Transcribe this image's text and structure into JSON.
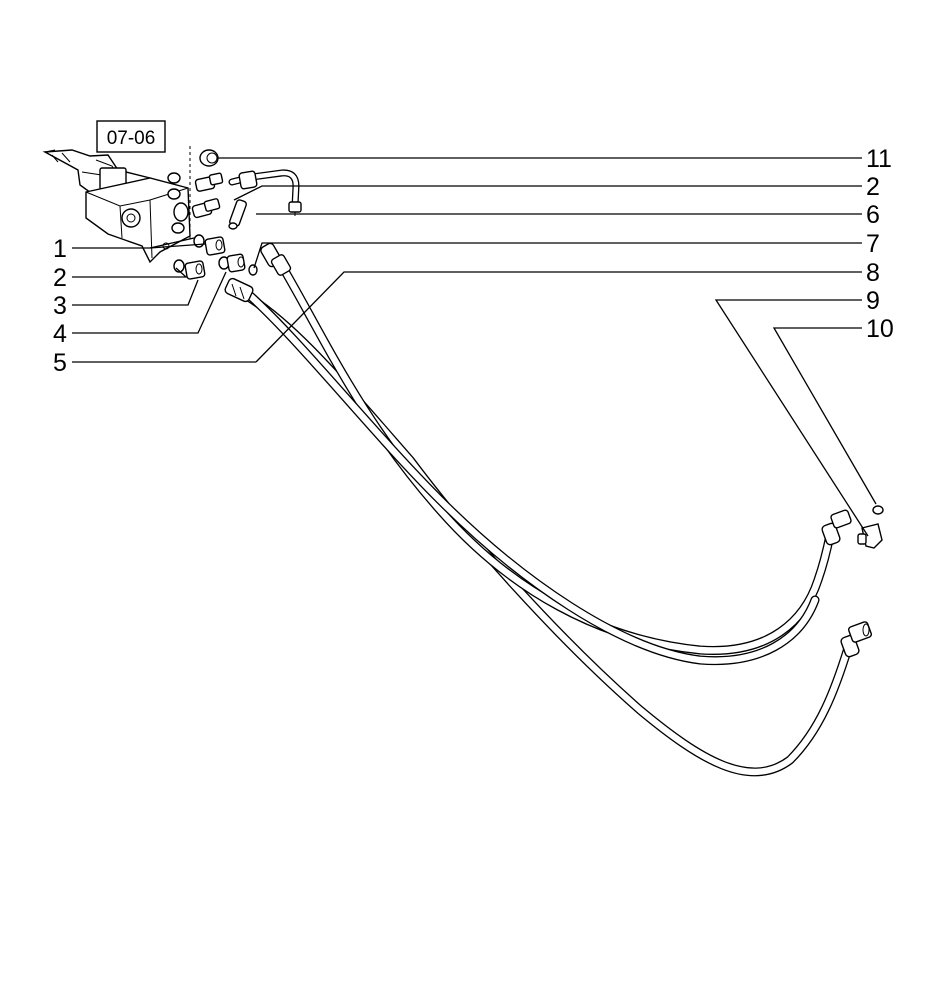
{
  "reference_box": "07-06",
  "callouts": [
    {
      "label": "11",
      "side": "right"
    },
    {
      "label": "2",
      "side": "right"
    },
    {
      "label": "6",
      "side": "right"
    },
    {
      "label": "7",
      "side": "right"
    },
    {
      "label": "8",
      "side": "right"
    },
    {
      "label": "9",
      "side": "right"
    },
    {
      "label": "10",
      "side": "right"
    },
    {
      "label": "1",
      "side": "left"
    },
    {
      "label": "2",
      "side": "left"
    },
    {
      "label": "3",
      "side": "left"
    },
    {
      "label": "4",
      "side": "left"
    },
    {
      "label": "5",
      "side": "left"
    }
  ]
}
